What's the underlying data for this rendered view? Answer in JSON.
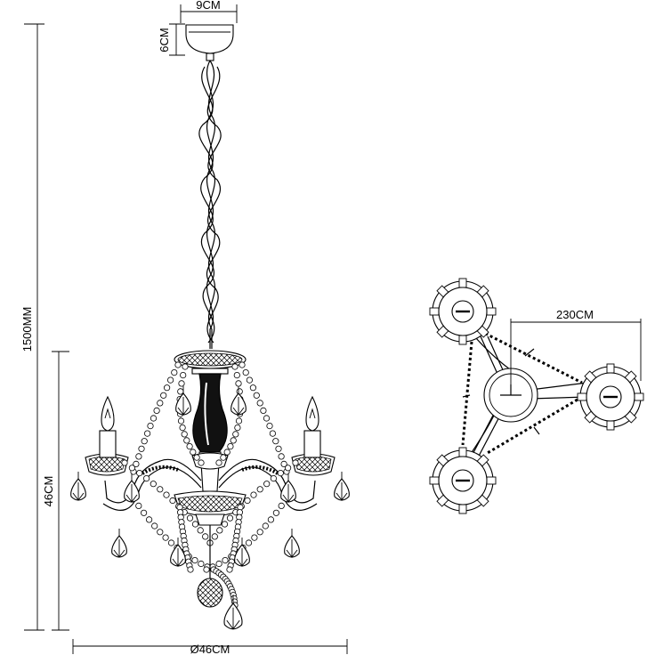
{
  "dimensions": {
    "canopy_width": "9CM",
    "canopy_height": "6CM",
    "total_height": "1500MM",
    "body_height": "46CM",
    "diameter": "Ø46CM",
    "arm_span": "230CM"
  }
}
